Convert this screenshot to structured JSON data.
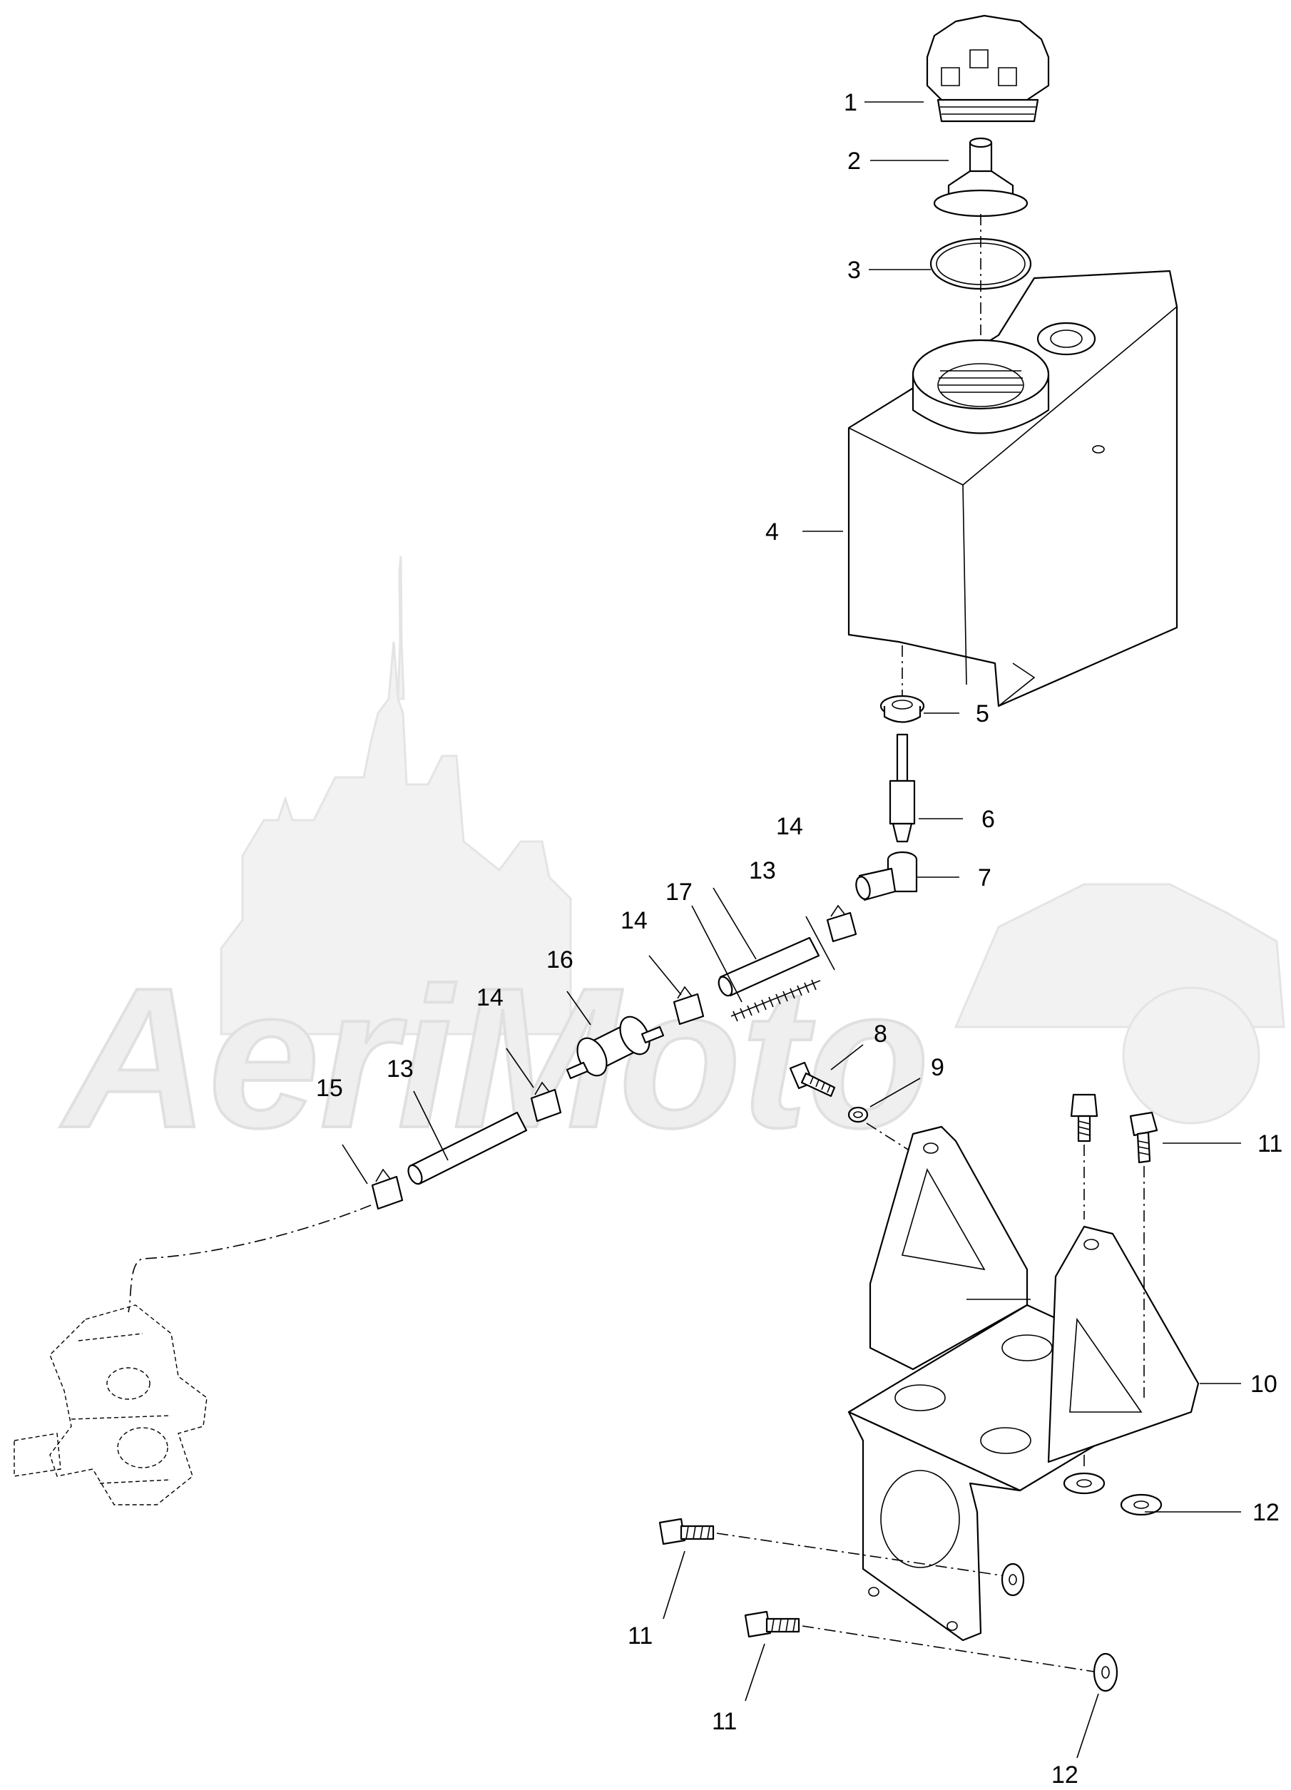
{
  "watermark": {
    "text": "AeriMoto"
  },
  "callouts": [
    {
      "id": "callout-1",
      "label": "1"
    },
    {
      "id": "callout-2",
      "label": "2"
    },
    {
      "id": "callout-3",
      "label": "3"
    },
    {
      "id": "callout-4",
      "label": "4"
    },
    {
      "id": "callout-5",
      "label": "5"
    },
    {
      "id": "callout-6",
      "label": "6"
    },
    {
      "id": "callout-7",
      "label": "7"
    },
    {
      "id": "callout-8",
      "label": "8"
    },
    {
      "id": "callout-9",
      "label": "9"
    },
    {
      "id": "callout-10",
      "label": "10"
    },
    {
      "id": "callout-11a",
      "label": "11"
    },
    {
      "id": "callout-11b",
      "label": "11"
    },
    {
      "id": "callout-11c",
      "label": "11"
    },
    {
      "id": "callout-12a",
      "label": "12"
    },
    {
      "id": "callout-12b",
      "label": "12"
    },
    {
      "id": "callout-13a",
      "label": "13"
    },
    {
      "id": "callout-13b",
      "label": "13"
    },
    {
      "id": "callout-14a",
      "label": "14"
    },
    {
      "id": "callout-14b",
      "label": "14"
    },
    {
      "id": "callout-14c",
      "label": "14"
    },
    {
      "id": "callout-15",
      "label": "15"
    },
    {
      "id": "callout-16",
      "label": "16"
    },
    {
      "id": "callout-17",
      "label": "17"
    }
  ]
}
